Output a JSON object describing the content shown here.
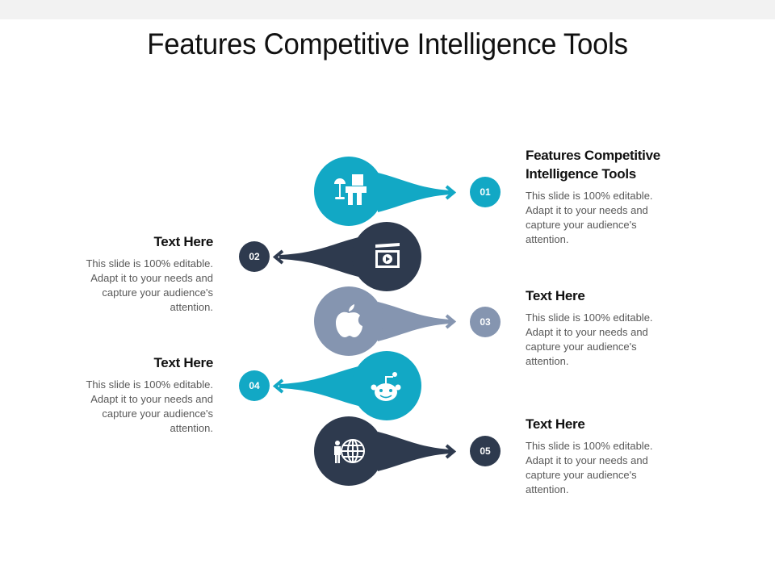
{
  "title": "Features Competitive Intelligence Tools",
  "colors": {
    "teal": "#12a8c5",
    "navy": "#2e3a4e",
    "slate": "#8595b0",
    "heading": "#111111",
    "body_text": "#595959"
  },
  "steps": [
    {
      "number": "01",
      "icon": "lamp-and-box-icon",
      "side": "right",
      "color": "#12a8c5",
      "heading": "Features Competitive Intelligence Tools",
      "text": "This slide is 100% editable. Adapt it to your needs and capture your audience's attention."
    },
    {
      "number": "02",
      "icon": "video-clapperboard-icon",
      "side": "left",
      "color": "#2e3a4e",
      "heading": "Text Here",
      "text": "This slide is 100% editable. Adapt it to your needs and capture your audience's attention."
    },
    {
      "number": "03",
      "icon": "apple-logo-icon",
      "side": "right",
      "color": "#8595b0",
      "heading": "Text Here",
      "text": "This slide is 100% editable. Adapt it to your needs and capture your audience's attention."
    },
    {
      "number": "04",
      "icon": "reddit-robot-icon",
      "side": "left",
      "color": "#12a8c5",
      "heading": "Text Here",
      "text": "This slide is 100% editable. Adapt it to your needs and capture your audience's attention."
    },
    {
      "number": "05",
      "icon": "person-globe-icon",
      "side": "right",
      "color": "#2e3a4e",
      "heading": "Text Here",
      "text": "This slide is 100% editable. Adapt it to your needs and capture your audience's attention."
    }
  ]
}
